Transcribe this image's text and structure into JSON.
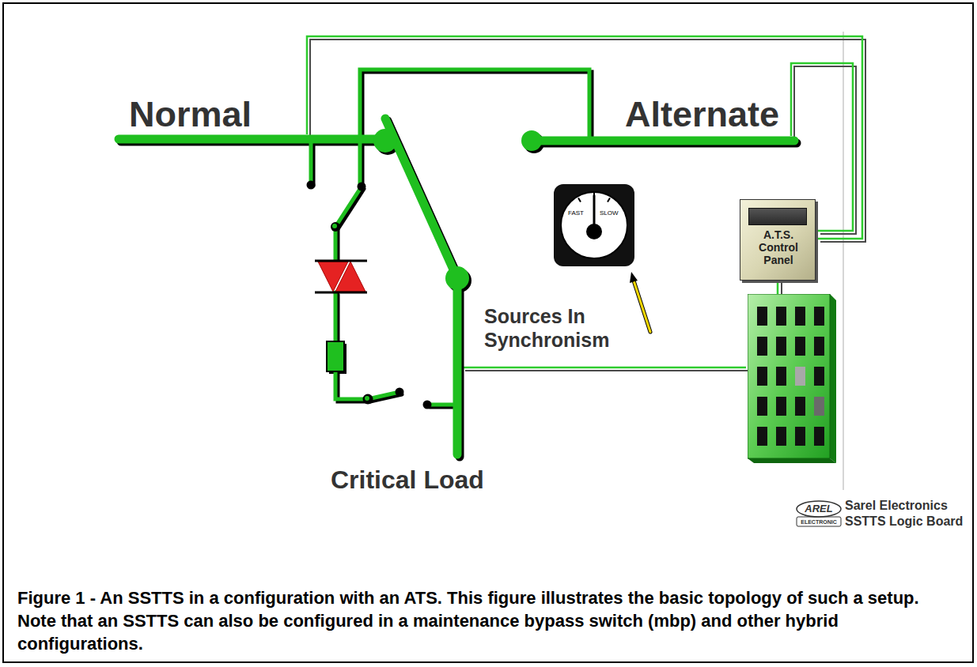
{
  "diagram": {
    "caption": "Figure 1 - An SSTTS in a configuration with an ATS. This figure illustrates the basic topology of such a setup. Note that an SSTTS can also be configured in a maintenance bypass switch (mbp) and other hybrid configurations.",
    "nodes": [
      {
        "text": [
          "FAST",
          "SLOW"
        ]
      },
      {
        "text": [
          "A.T.S. Control Panel"
        ]
      },
      {
        "text": [
          "Sarel Electronics SSTTS Logic Board"
        ]
      }
    ],
    "edges": [
      {
        "from": 1,
        "to": 2,
        "arrow": "none"
      }
    ],
    "labels": [
      "Normal",
      "Alternate",
      "Sources In Synchronism",
      "Critical Load",
      "AREL",
      "ELECTRONIC"
    ]
  }
}
